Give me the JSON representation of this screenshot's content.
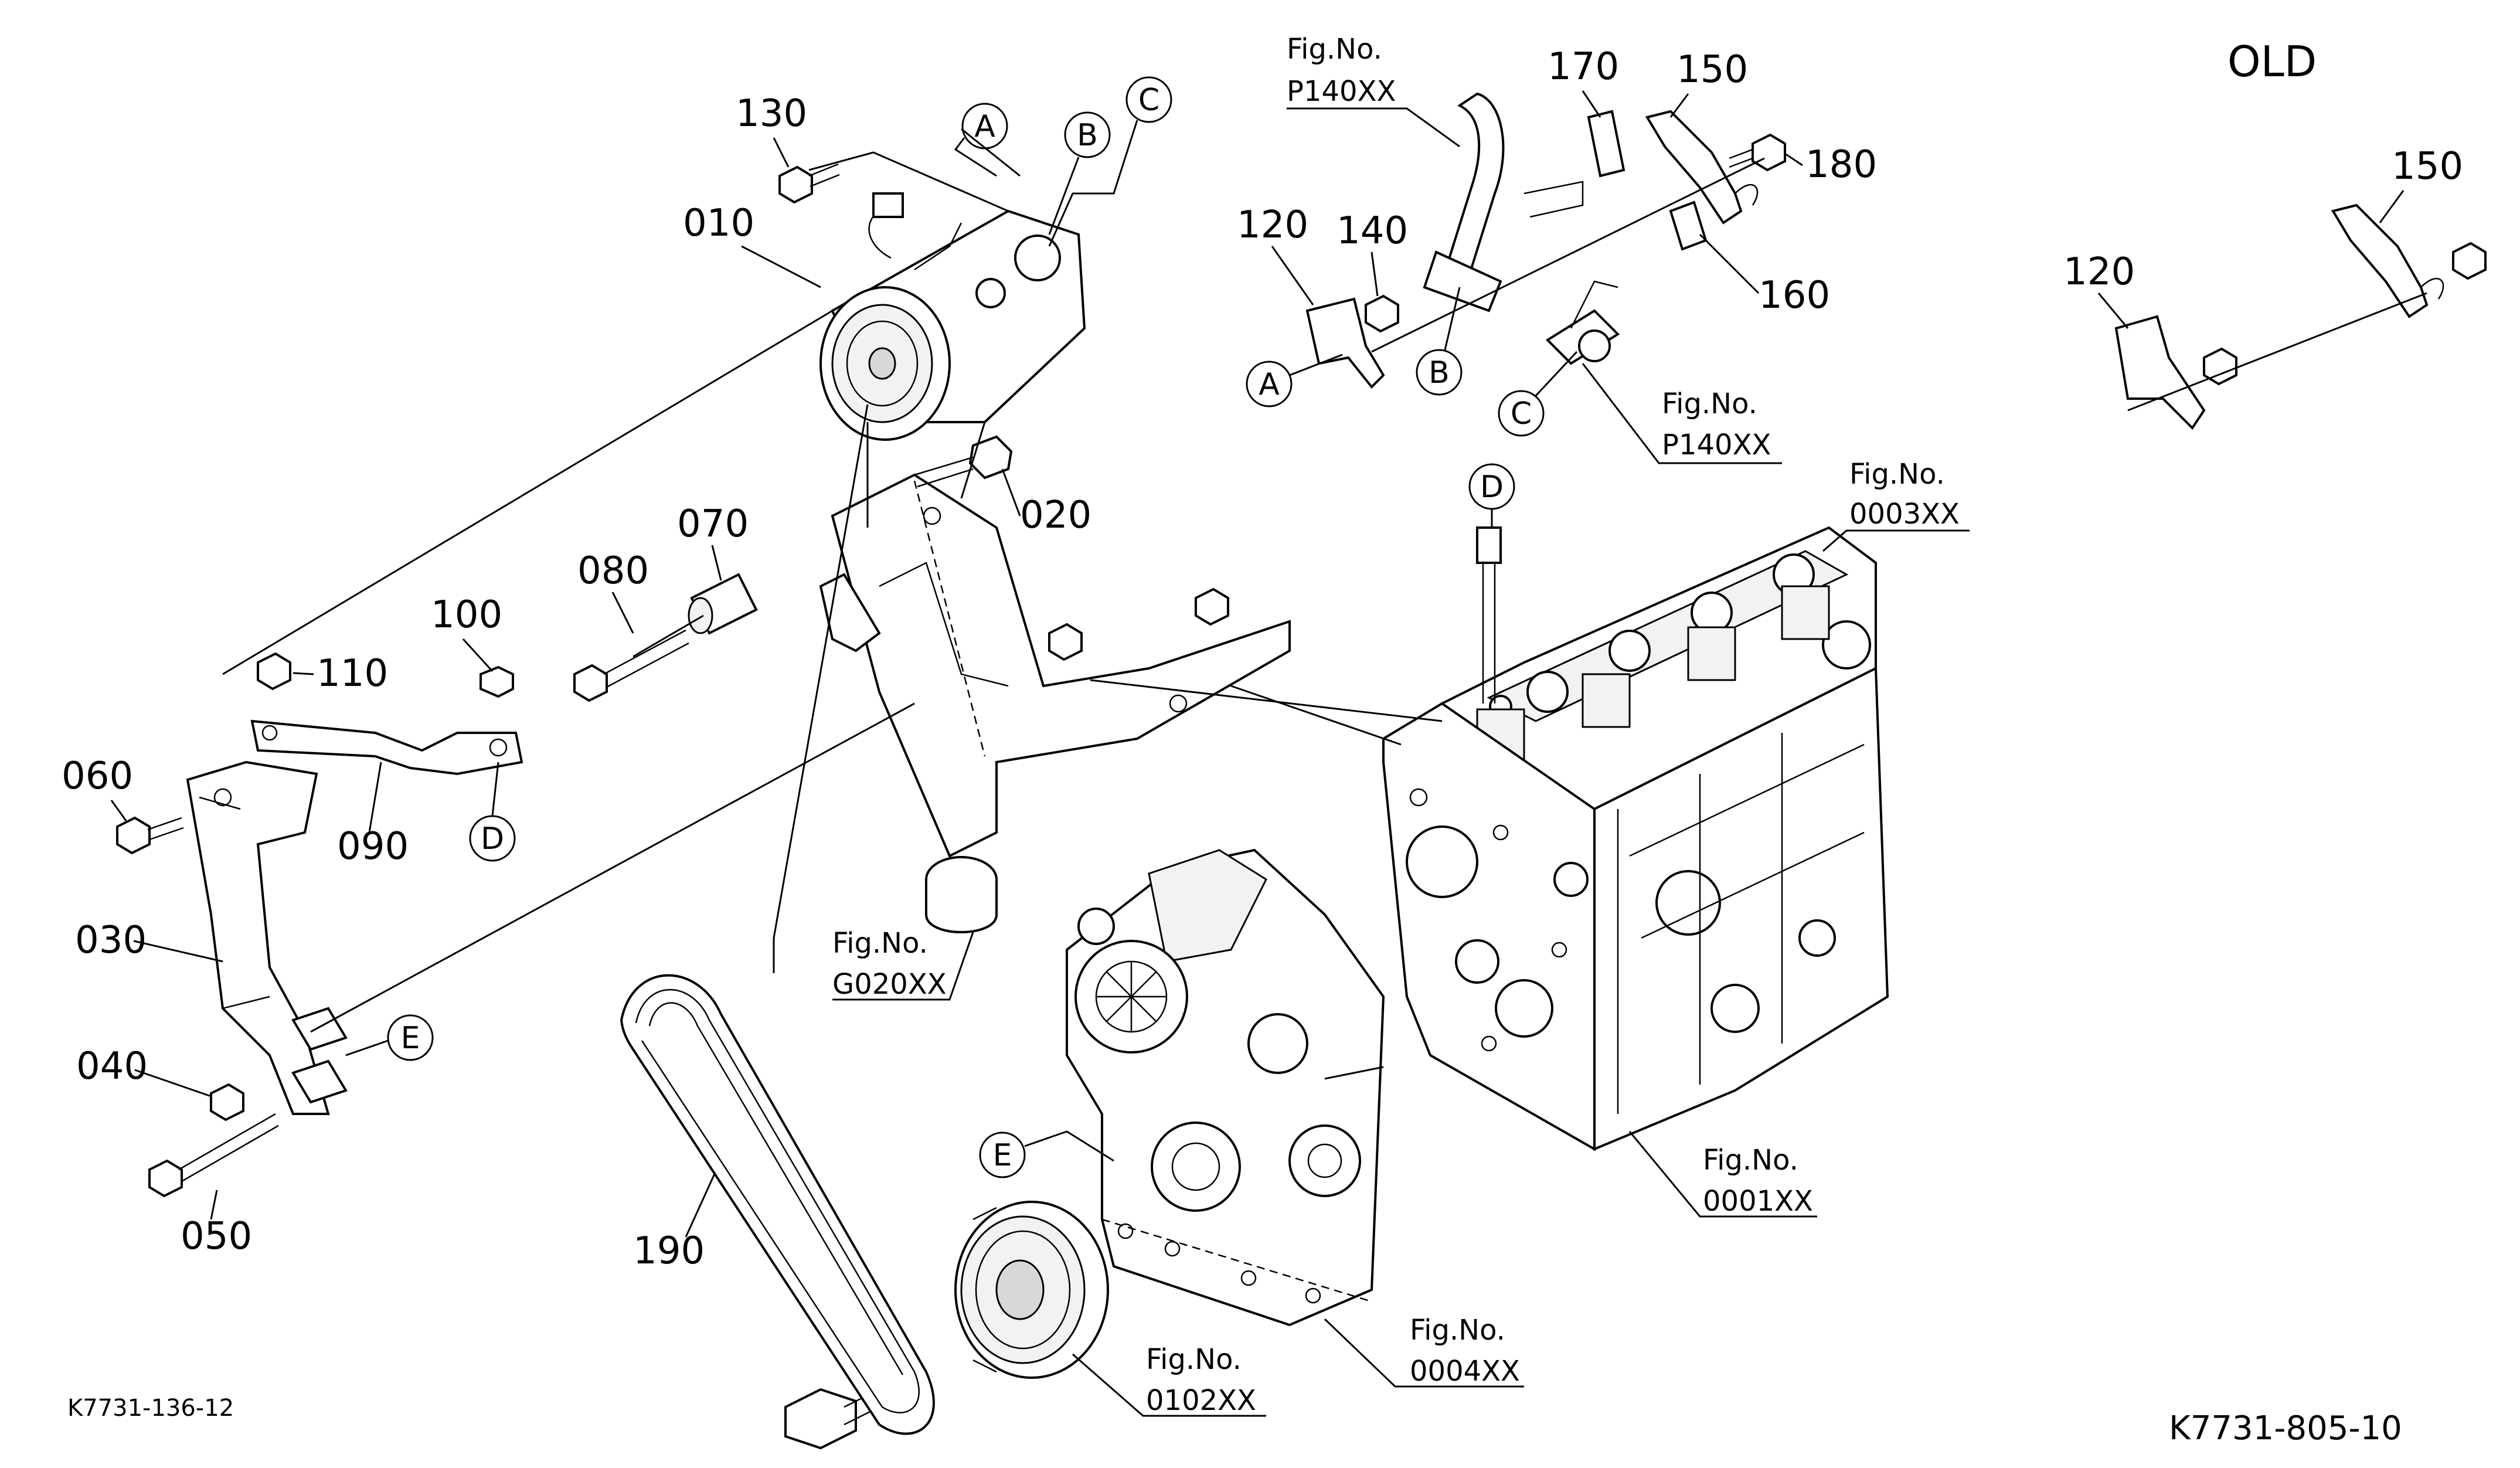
{
  "drawing_codes": {
    "left": "K7731-136-12",
    "right": "K7731-805-10"
  },
  "old_title": "OLD",
  "parts": [
    {
      "id": "p010",
      "label": "010"
    },
    {
      "id": "p020",
      "label": "020"
    },
    {
      "id": "p030",
      "label": "030"
    },
    {
      "id": "p040",
      "label": "040"
    },
    {
      "id": "p050",
      "label": "050"
    },
    {
      "id": "p060",
      "label": "060"
    },
    {
      "id": "p070",
      "label": "070"
    },
    {
      "id": "p080",
      "label": "080"
    },
    {
      "id": "p090",
      "label": "090"
    },
    {
      "id": "p100",
      "label": "100"
    },
    {
      "id": "p110",
      "label": "110"
    },
    {
      "id": "p120",
      "label": "120"
    },
    {
      "id": "p130",
      "label": "130"
    },
    {
      "id": "p140",
      "label": "140"
    },
    {
      "id": "p150",
      "label": "150"
    },
    {
      "id": "p160",
      "label": "160"
    },
    {
      "id": "p170",
      "label": "170"
    },
    {
      "id": "p180",
      "label": "180"
    },
    {
      "id": "p190",
      "label": "190"
    },
    {
      "id": "old120",
      "label": "120"
    },
    {
      "id": "old150",
      "label": "150"
    }
  ],
  "fig_refs": [
    {
      "id": "f_p140_top",
      "line1": "Fig.No.",
      "line2": "P140XX"
    },
    {
      "id": "f_p140_mid",
      "line1": "Fig.No.",
      "line2": "P140XX"
    },
    {
      "id": "f_0003",
      "line1": "Fig.No.",
      "line2": "0003XX"
    },
    {
      "id": "f_g020",
      "line1": "Fig.No.",
      "line2": "G020XX"
    },
    {
      "id": "f_0001",
      "line1": "Fig.No.",
      "line2": "0001XX"
    },
    {
      "id": "f_0004",
      "line1": "Fig.No.",
      "line2": "0004XX"
    },
    {
      "id": "f_0102",
      "line1": "Fig.No.",
      "line2": "0102XX"
    }
  ],
  "callouts": [
    {
      "id": "cA_top",
      "letter": "A"
    },
    {
      "id": "cB_top",
      "letter": "B"
    },
    {
      "id": "cC_top",
      "letter": "C"
    },
    {
      "id": "cA_hose",
      "letter": "A"
    },
    {
      "id": "cB_hose",
      "letter": "B"
    },
    {
      "id": "cC_hose",
      "letter": "C"
    },
    {
      "id": "cD_head",
      "letter": "D"
    },
    {
      "id": "cD_brk",
      "letter": "D"
    },
    {
      "id": "cE_brk",
      "letter": "E"
    },
    {
      "id": "cE_cover",
      "letter": "E"
    }
  ]
}
